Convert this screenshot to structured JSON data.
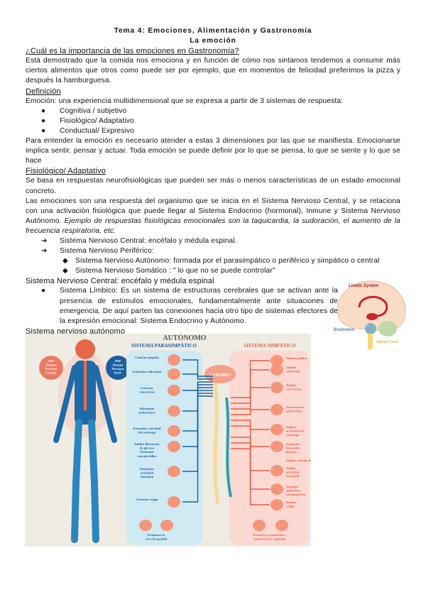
{
  "header": {
    "title": "Tema 4: Emociones, Alimentación y Gastronomía",
    "subtitle": "La emoción"
  },
  "intro": {
    "question": "¿Cuál es la importancia de las emociones en Gastronomía?",
    "paragraph": "Está demostrado que la comida nos emociona y en función de cómo nos sintamos tendemos a consumir más ciertos alimentos que otros como puede ser por ejemplo, que en momentos de felicidad preferimos la pizza y después la hamburguesa."
  },
  "definicion": {
    "heading": "Definición",
    "text": "Emoción: una experiencia multidimensional que se expresa a partir de 3 sistemas de respuesta:",
    "bullets": [
      "Cognitiva / subjetivo",
      "Fisiológico/ Adaptativo",
      "Conductual/ Expresivo"
    ],
    "paragraph": "Para entender la emoción es necesario atender a estas 3 dimensiones por las que se manifiesta. Emocionarse implica sentir, pensar y actuar. Toda emoción se puede definir por lo que se piensa, lo que se siente y lo que se hace"
  },
  "fisiologico": {
    "heading": "Fisiológico/ Adaptativo",
    "p1": "Se basa en respuestas neurofisiológicas que pueden ser más o menos características de un estado emocional concreto.",
    "p2": "Las emociones son una respuesta del organismo que se inicia en el Sistema Nervioso Central, y se relaciona con una activación fisiológica que puede llegar al Sistema Endocrino (hormonal), Inmune y Sistema Nervioso Autónomo.",
    "p2_italic": "Ejemplo de respuestas fisiológicas emocionales son la taquicardia, la sudoración, el aumento de la frecuencia respiratoria, etc.",
    "arrows": [
      "Sistema Nervioso Central: encéfalo y médula espinal.",
      "Sistema Nervioso Periférico:"
    ],
    "diamonds": [
      "Sistema Nervioso Autónomo: formada por el parasimpático o periférico y simpático o central",
      "Sistema Nervioso Somático : \" lo que no se puede controlar\""
    ]
  },
  "snc": {
    "heading": "Sistema Nervioso Central: encéfalo y médula espinal",
    "limbic": "Sistema Límbico: Es un sistema de estructuras cerebrales que se activan ante la presencia de estímulos emocionales, fundamentalmente ante situaciones de emergencia. De aquí parten las conexiones hacia otro tipo de sistemas efectores de la expresión emocional: Sistema Endocrino y Autónomo."
  },
  "brain_figure": {
    "labels": [
      "Limbic System",
      "Brainstem",
      "Spinal Cord"
    ]
  },
  "sna": {
    "heading": "Sistema nervioso autónomo"
  },
  "diagram": {
    "top_title": "AUTÓNOMO",
    "para_title": "SISTEMA PARASIMPÁTICO",
    "simp_title": "SISTEMA SIMPÁTICO",
    "brain_label": "CEREBRO",
    "snc_badge": [
      "SNC",
      "Sistema",
      "Nervioso",
      "Central"
    ],
    "snp_badge": [
      "SNP",
      "Sistema",
      "Nervioso",
      "Perif."
    ],
    "parasympathetic": [
      [
        "Contraer pupilas"
      ],
      [
        "Estimular salivación"
      ],
      [
        "Contraer",
        "vías aéreas"
      ],
      [
        "Relentizar",
        "pulsaciones"
      ],
      [
        "Estimular actividad",
        "del estómago"
      ],
      [
        "Inhibir liberación",
        "de glucosa",
        "Estimular",
        "vesícula biliar"
      ],
      [
        "Estimular",
        "actividad",
        "intestinal"
      ],
      [
        "Contraer vejiga"
      ],
      [
        "Promover la",
        "erección genital"
      ]
    ],
    "sympathetic": [
      [
        "Dilatar pupilas"
      ],
      [
        "Inhibir",
        "salivación"
      ],
      [
        "Relajar",
        "vías aéreas"
      ],
      [
        "Incrementar",
        "pulsaciones"
      ],
      [
        "Inhibir",
        "actividad del",
        "estómago"
      ],
      [
        "Estimular",
        "liberación",
        "glucosa"
      ],
      [
        "Inhibir vesícula biliar"
      ],
      [
        "Inhibir",
        "actividad",
        "intestinal"
      ],
      [
        "Segregar",
        "epinefrina",
        "norepinefrina"
      ],
      [
        "Relajar",
        "vejiga"
      ],
      [
        "Promueve eyaculación y",
        "contracciones vaginales"
      ]
    ],
    "colors": {
      "para": "#1a5fa0",
      "simp": "#ec5a3c",
      "para_bg": "#cfeaf3",
      "simp_bg": "#fbd9d2",
      "bg": "#efece4"
    }
  }
}
